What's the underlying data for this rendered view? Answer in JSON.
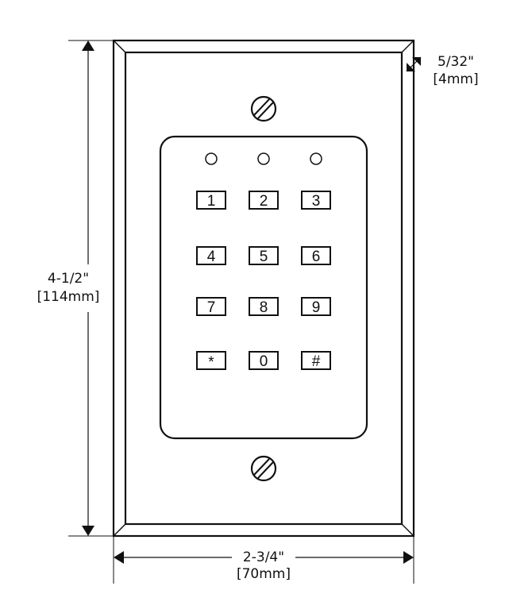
{
  "dimensions": {
    "height": {
      "imperial": "4-1/2\"",
      "metric": "[114mm]"
    },
    "width": {
      "imperial": "2-3/4\"",
      "metric": "[70mm]"
    },
    "bevel": {
      "imperial": "5/32\"",
      "metric": "[4mm]"
    }
  },
  "keypad": {
    "indicator_count": 3,
    "keys": [
      [
        "1",
        "2",
        "3"
      ],
      [
        "4",
        "5",
        "6"
      ],
      [
        "7",
        "8",
        "9"
      ],
      [
        "*",
        "0",
        "#"
      ]
    ]
  },
  "icons": {
    "screw": "slotted-screw-icon",
    "indicator": "led-indicator-icon"
  }
}
